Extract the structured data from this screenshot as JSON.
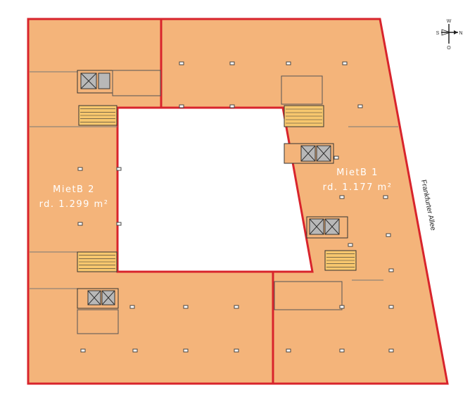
{
  "units": [
    {
      "name": "MietB 1",
      "area": "rd. 1.177 m²"
    },
    {
      "name": "MietB 2",
      "area": "rd. 1.299 m²"
    }
  ],
  "street": "Frankfurter Allee",
  "compass": {
    "north": "N",
    "south": "S",
    "west": "W",
    "east": "O"
  },
  "colors": {
    "floor": "#f4b47a",
    "border": "#d8242c",
    "core": "#b8b8b8",
    "stair": "#f7c76e"
  }
}
